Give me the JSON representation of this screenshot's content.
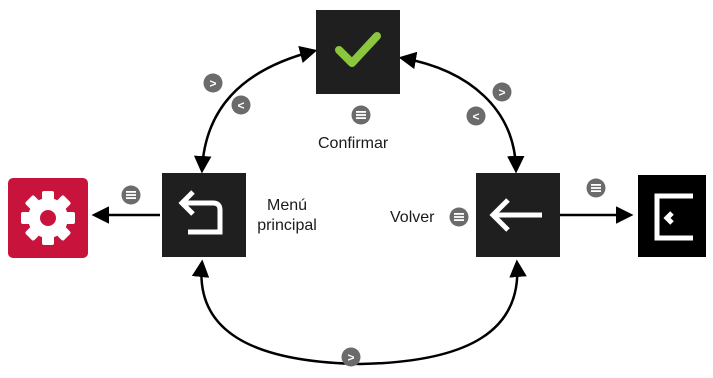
{
  "nodes": {
    "confirm": {
      "label": "Confirmar",
      "icon": "checkmark-icon",
      "bg": "#1f1f1f",
      "accent": "#8cc63f"
    },
    "main_menu": {
      "label_line1": "Menú",
      "label_line2": "principal",
      "icon": "return-arrow-icon",
      "bg": "#1f1f1f"
    },
    "back": {
      "label": "Volver",
      "icon": "left-arrow-icon",
      "bg": "#1f1f1f"
    },
    "settings": {
      "icon": "gear-icon",
      "bg": "#c8143c"
    },
    "exit": {
      "icon": "exit-icon",
      "bg": "#000000"
    }
  },
  "buttons": {
    "right": ">",
    "left": "<",
    "menu_icon": "menu-icon"
  },
  "colors": {
    "badge": "#6b6b6b",
    "line": "#000000"
  }
}
